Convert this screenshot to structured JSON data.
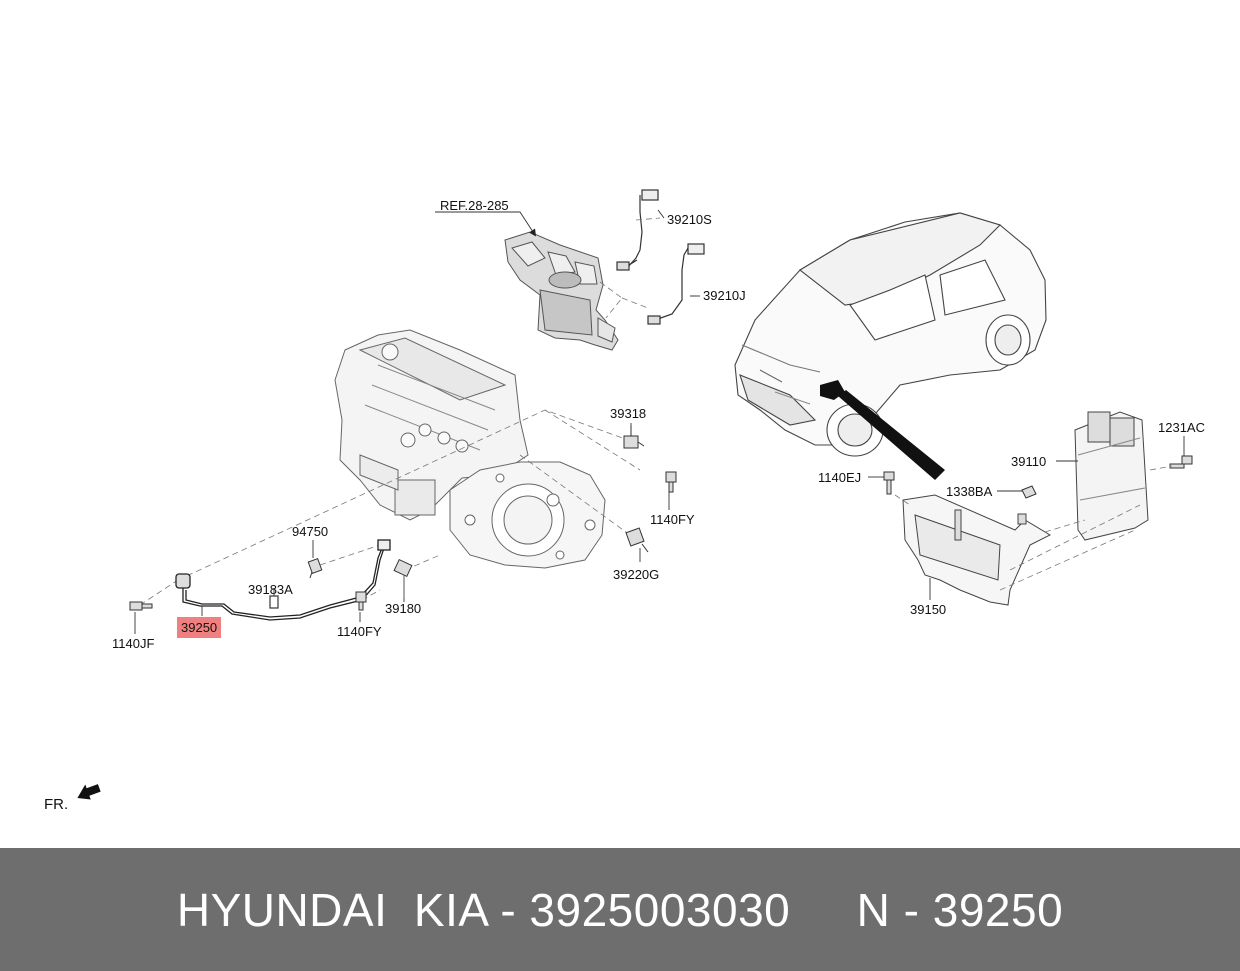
{
  "labels": {
    "ref": "REF.28-285",
    "p39210S": "39210S",
    "p39210J": "39210J",
    "p39318": "39318",
    "p1140FY_top": "1140FY",
    "p39220G": "39220G",
    "p94750": "94750",
    "p39183A": "39183A",
    "p39180": "39180",
    "p1140FY_bottom": "1140FY",
    "p1140JF": "1140JF",
    "p39250": "39250",
    "p1140EJ": "1140EJ",
    "p1338BA": "1338BA",
    "p39110": "39110",
    "p1231AC": "1231AC",
    "p39150": "39150"
  },
  "front_indicator": "FR.",
  "footer": {
    "text": "HYUNDAI  KIA - 3925003030     N - 39250"
  },
  "colors": {
    "highlight": "#f08080",
    "footer_bg": "#6e6e6e",
    "line": "#333333"
  }
}
